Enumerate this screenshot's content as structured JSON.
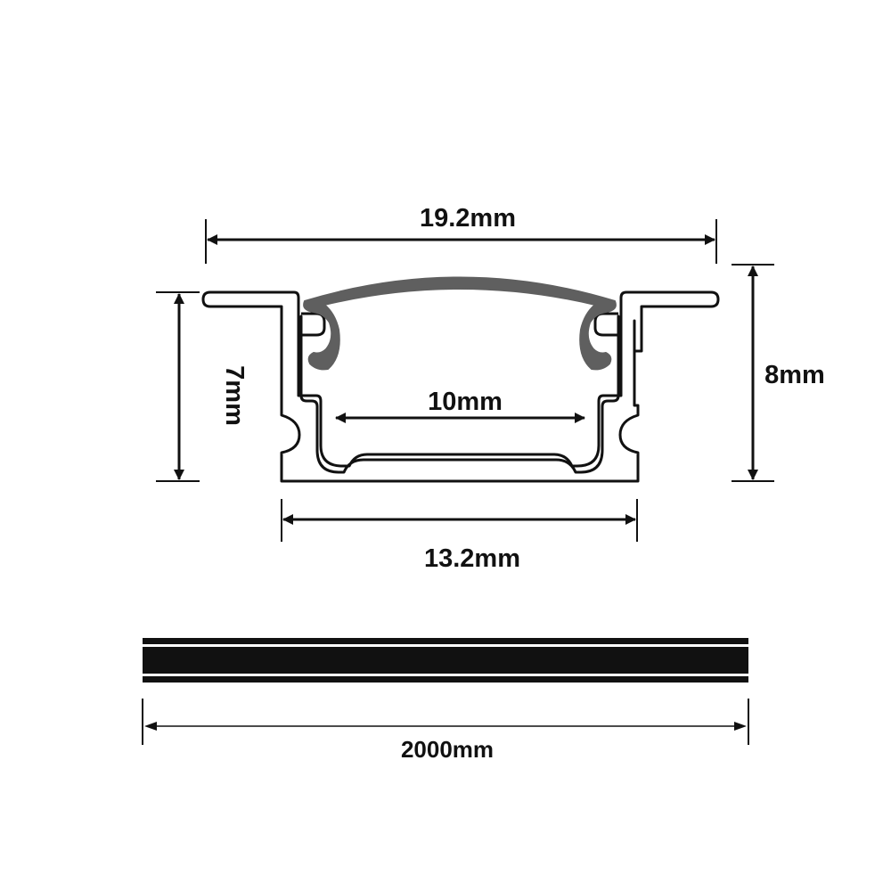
{
  "colors": {
    "line": "#111111",
    "cover": "#5f5f5f",
    "background": "#ffffff"
  },
  "dimensions": {
    "top_width": "19.2mm",
    "base_width": "13.2mm",
    "inner_width": "10mm",
    "left_height": "7mm",
    "right_height": "8mm",
    "length": "2000mm"
  }
}
